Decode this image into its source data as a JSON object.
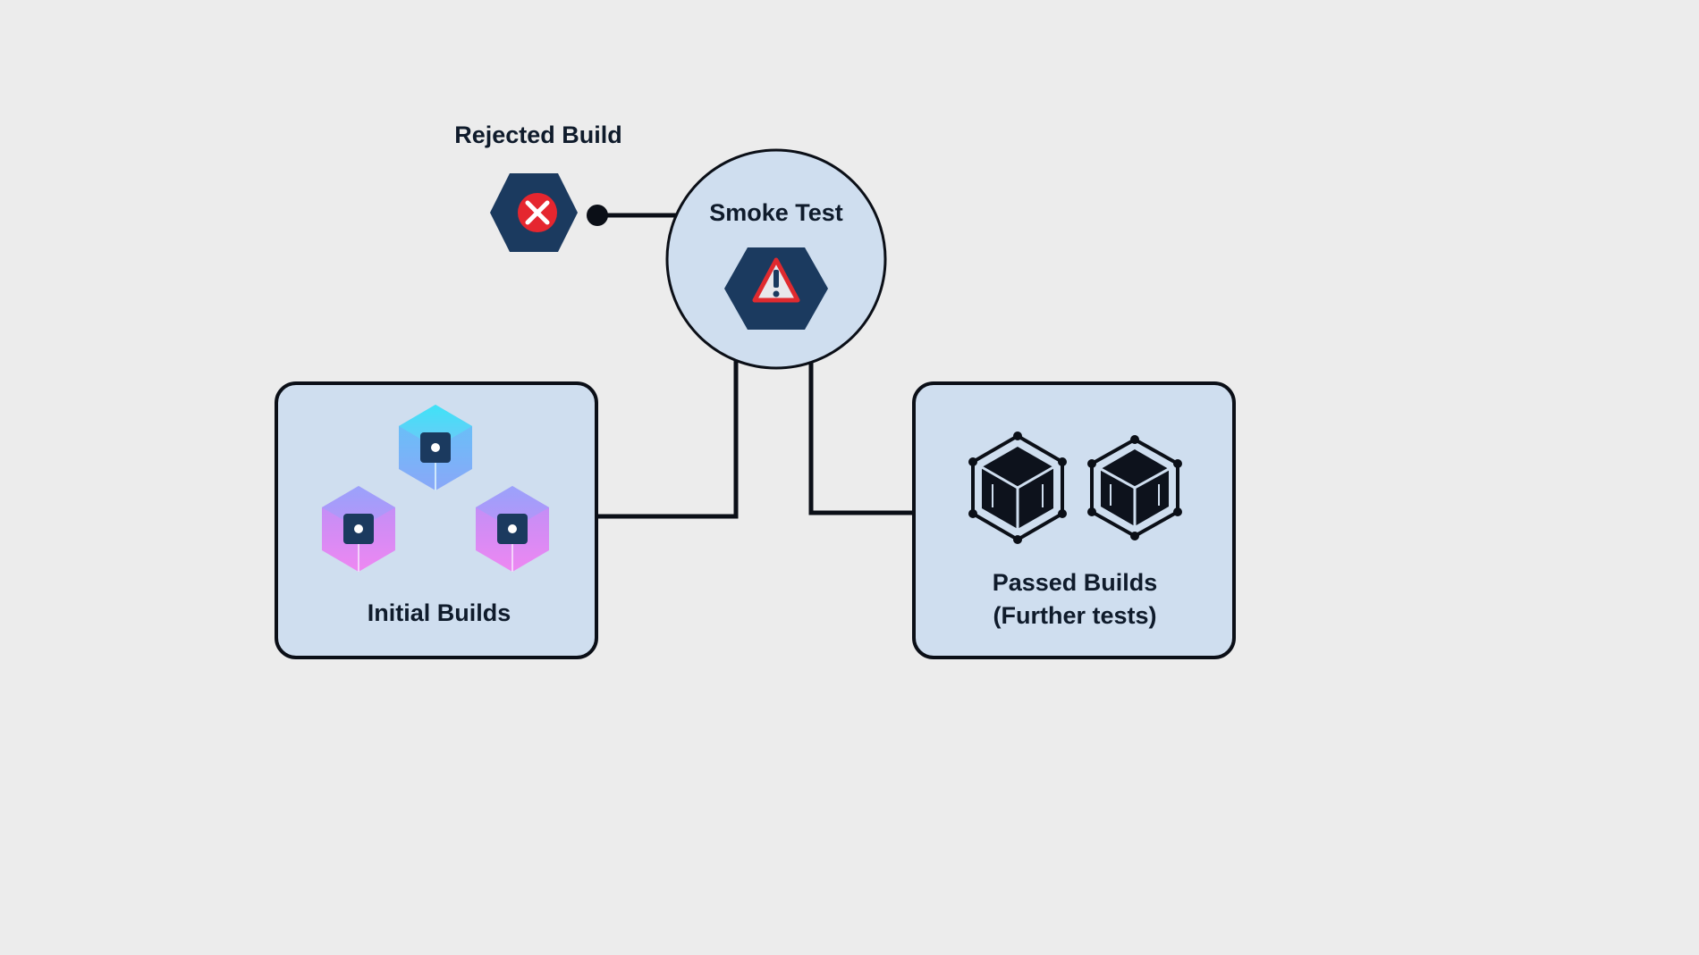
{
  "labels": {
    "rejected": "Rejected Build",
    "smoke": "Smoke Test",
    "initial": "Initial Builds",
    "passed_line1": "Passed Builds",
    "passed_line2": "(Further tests)"
  },
  "colors": {
    "background": "#ececec",
    "panel_fill": "#cfdeef",
    "outline": "#0b0f17",
    "hex_navy": "#1b3a5f",
    "reject_red": "#e5262f",
    "warning_red": "#e02a2f",
    "cube_cyan_top": "#3fdcf6",
    "cube_cyan_side": "#7cb2f8",
    "cube_violet_top": "#a79bf9",
    "cube_pink_side": "#e48af3",
    "wire_cube_fill": "#0d121c"
  },
  "icons": {
    "rejected": "reject-x-icon",
    "smoke": "warning-triangle-icon",
    "initial": "gradient-cube-icon",
    "passed": "wireframe-cube-icon"
  }
}
